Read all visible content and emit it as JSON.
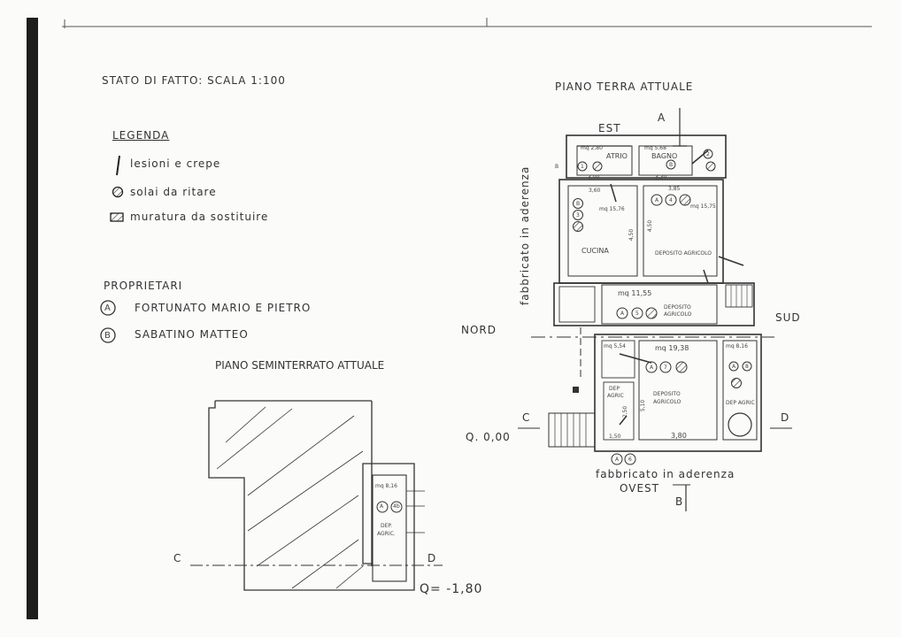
{
  "left": {
    "heading": "STATO  DI  FATTO:   SCALA  1:100",
    "legend_title": "LEGENDA",
    "legend": [
      {
        "label": "lesioni  e  crepe",
        "icon": "crack-line-icon"
      },
      {
        "label": "solai  da ritare",
        "icon": "hatched-circle-icon"
      },
      {
        "label": "muratura  da  sostituire",
        "icon": "hatched-rect-icon"
      }
    ],
    "owners_title": "PROPRIETARI",
    "owners": [
      {
        "mark": "A",
        "name": "FORTUNATO  MARIO E  PIETRO"
      },
      {
        "mark": "B",
        "name": "SABATINO  MATTEO"
      }
    ]
  },
  "basement": {
    "title": "PIANO SEMINTERRATO ATTUALE",
    "room_area": "mq 8,16",
    "owner_mark": "A",
    "room_number": "4b",
    "room_label_1": "DEP.",
    "room_label_2": "AGRIC.",
    "section_left": "C",
    "section_right": "D",
    "elevation": "Q= -1,80"
  },
  "ground": {
    "title": "PIANO  TERRA  ATTUALE",
    "east": "EST",
    "north": "NORD",
    "south": "SUD",
    "west": "OVEST",
    "adjacent_left": "fabbricato  in aderenza",
    "adjacent_bottom": "fabbricato  in aderenza",
    "section_a": "A",
    "section_b": "B",
    "section_c": "C",
    "section_d": "D",
    "elevation": "Q. 0,00",
    "rooms": {
      "atrio_area": "mq 2,80",
      "atrio": "ATRIO",
      "bagno_area": "mq 5,68",
      "bagno": "BAGNO",
      "cucina_area": "mq 15,76",
      "cucina": "CUCINA",
      "deposito_n_area": "mq 15,75",
      "deposito_n": "DEPOSITO AGRICOLO",
      "middle_area": "mq 11,55",
      "middle_1": "DEPOSITO",
      "middle_2": "AGRICOLO",
      "lower_area": "mq 19,38",
      "lower_1": "DEPOSITO",
      "lower_2": "AGRICOLO",
      "left_small_area": "mq 5,54",
      "right_small_area": "mq 8,16",
      "dep_left_1": "DEP",
      "dep_left_2": "AGRIC",
      "dep_right": "DEP AGRIC"
    },
    "owner_labels": {
      "b1": "B",
      "n1": "1",
      "b2": "B",
      "n2": "2",
      "b3": "B",
      "n3": "3",
      "a4": "A",
      "n4": "4",
      "a5": "A",
      "n5": "5",
      "a6": "A",
      "n6": "6",
      "a7": "A",
      "n7": "7",
      "a8": "A",
      "n8": "8"
    },
    "dims": {
      "d1": "3,00",
      "d2": "3,30",
      "d3": "3,60",
      "d4": "3,85",
      "d5": "4,50",
      "d6": "4,50",
      "d7": "5,10",
      "d8": "3,80",
      "d9": "1,50",
      "d10": "2,50"
    }
  }
}
